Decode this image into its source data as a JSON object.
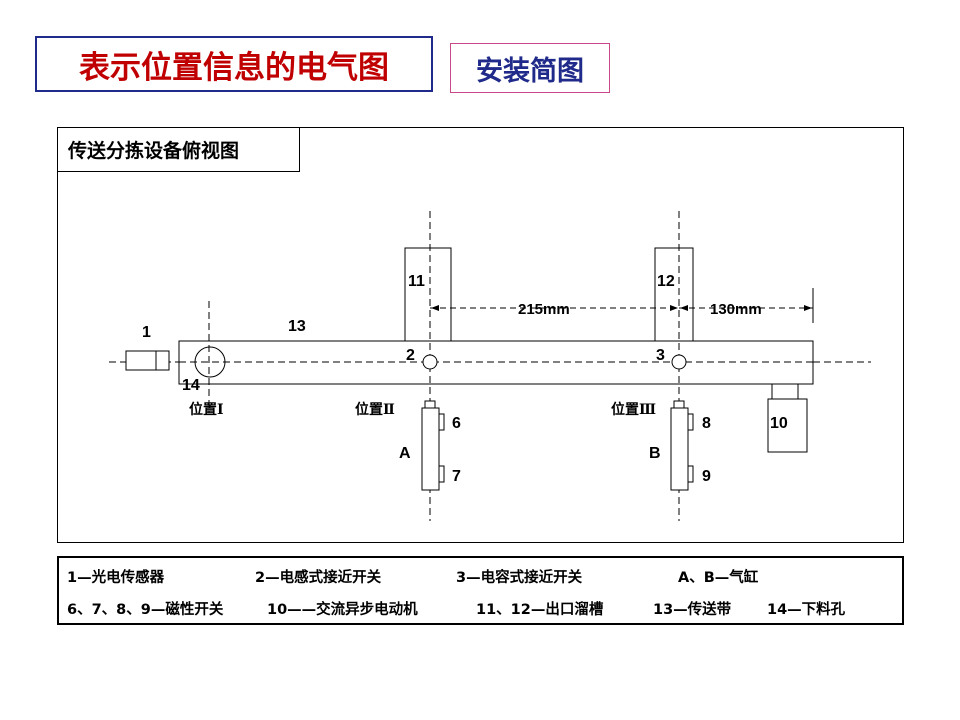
{
  "header": {
    "title": "表示位置信息的电气图",
    "subtitle": "安装简图"
  },
  "diagram": {
    "label": "传送分拣设备俯视图",
    "numbers": {
      "n1": "1",
      "n2": "2",
      "n3": "3",
      "n6": "6",
      "n7": "7",
      "n8": "8",
      "n9": "9",
      "n10": "10",
      "n11": "11",
      "n12": "12",
      "n13": "13",
      "n14": "14"
    },
    "cylinders": {
      "a": "A",
      "b": "B"
    },
    "positions": {
      "p1": "位置Ⅰ",
      "p2": "位置Ⅱ",
      "p3": "位置Ⅲ"
    },
    "dimensions": {
      "d1": "215mm",
      "d2": "130mm"
    }
  },
  "legend": {
    "row1": [
      "1—光电传感器",
      "2—电感式接近开关",
      "3—电容式接近开关",
      "A、B—气缸"
    ],
    "row2": [
      "6、7、8、9—磁性开关",
      "10——交流异步电动机",
      "11、12—出口溜槽",
      "13—传送带",
      "14—下料孔"
    ]
  }
}
